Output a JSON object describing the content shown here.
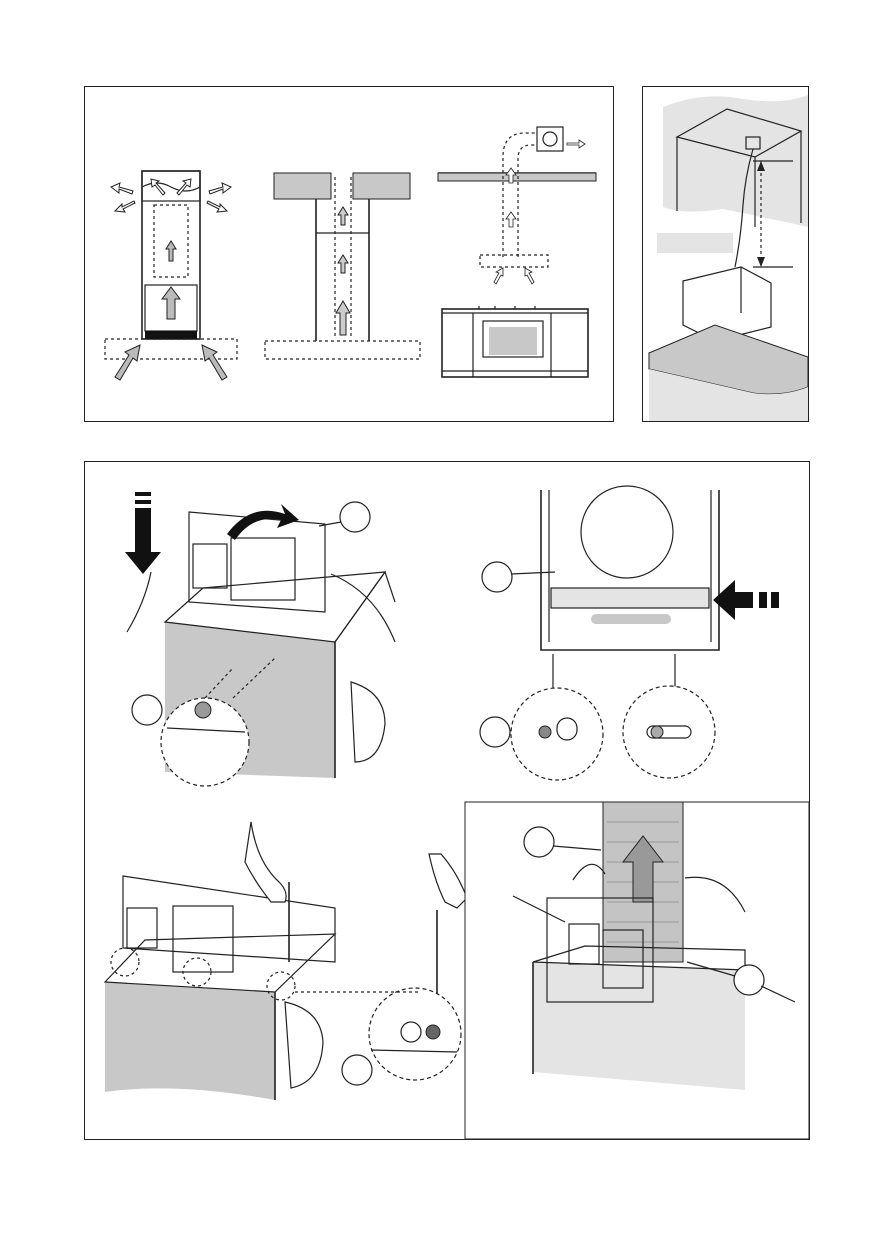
{
  "document": {
    "type": "installation-instructions-figures",
    "panels": [
      {
        "id": "airflow-modes",
        "description_visible": false
      },
      {
        "id": "chimney-height",
        "description_visible": false
      },
      {
        "id": "mounting-steps",
        "description_visible": false
      }
    ]
  },
  "colors": {
    "line": "#222222",
    "shade": "#c8c8c8",
    "light_shade": "#e4e4e4",
    "hand": "#ffffff"
  },
  "icons": [
    "arrow-up-icon",
    "arrow-down-icon",
    "arrow-left-icon",
    "curved-arrow-icon",
    "screwdriver-icon",
    "hand-icon",
    "screw-icon",
    "duct-icon"
  ]
}
